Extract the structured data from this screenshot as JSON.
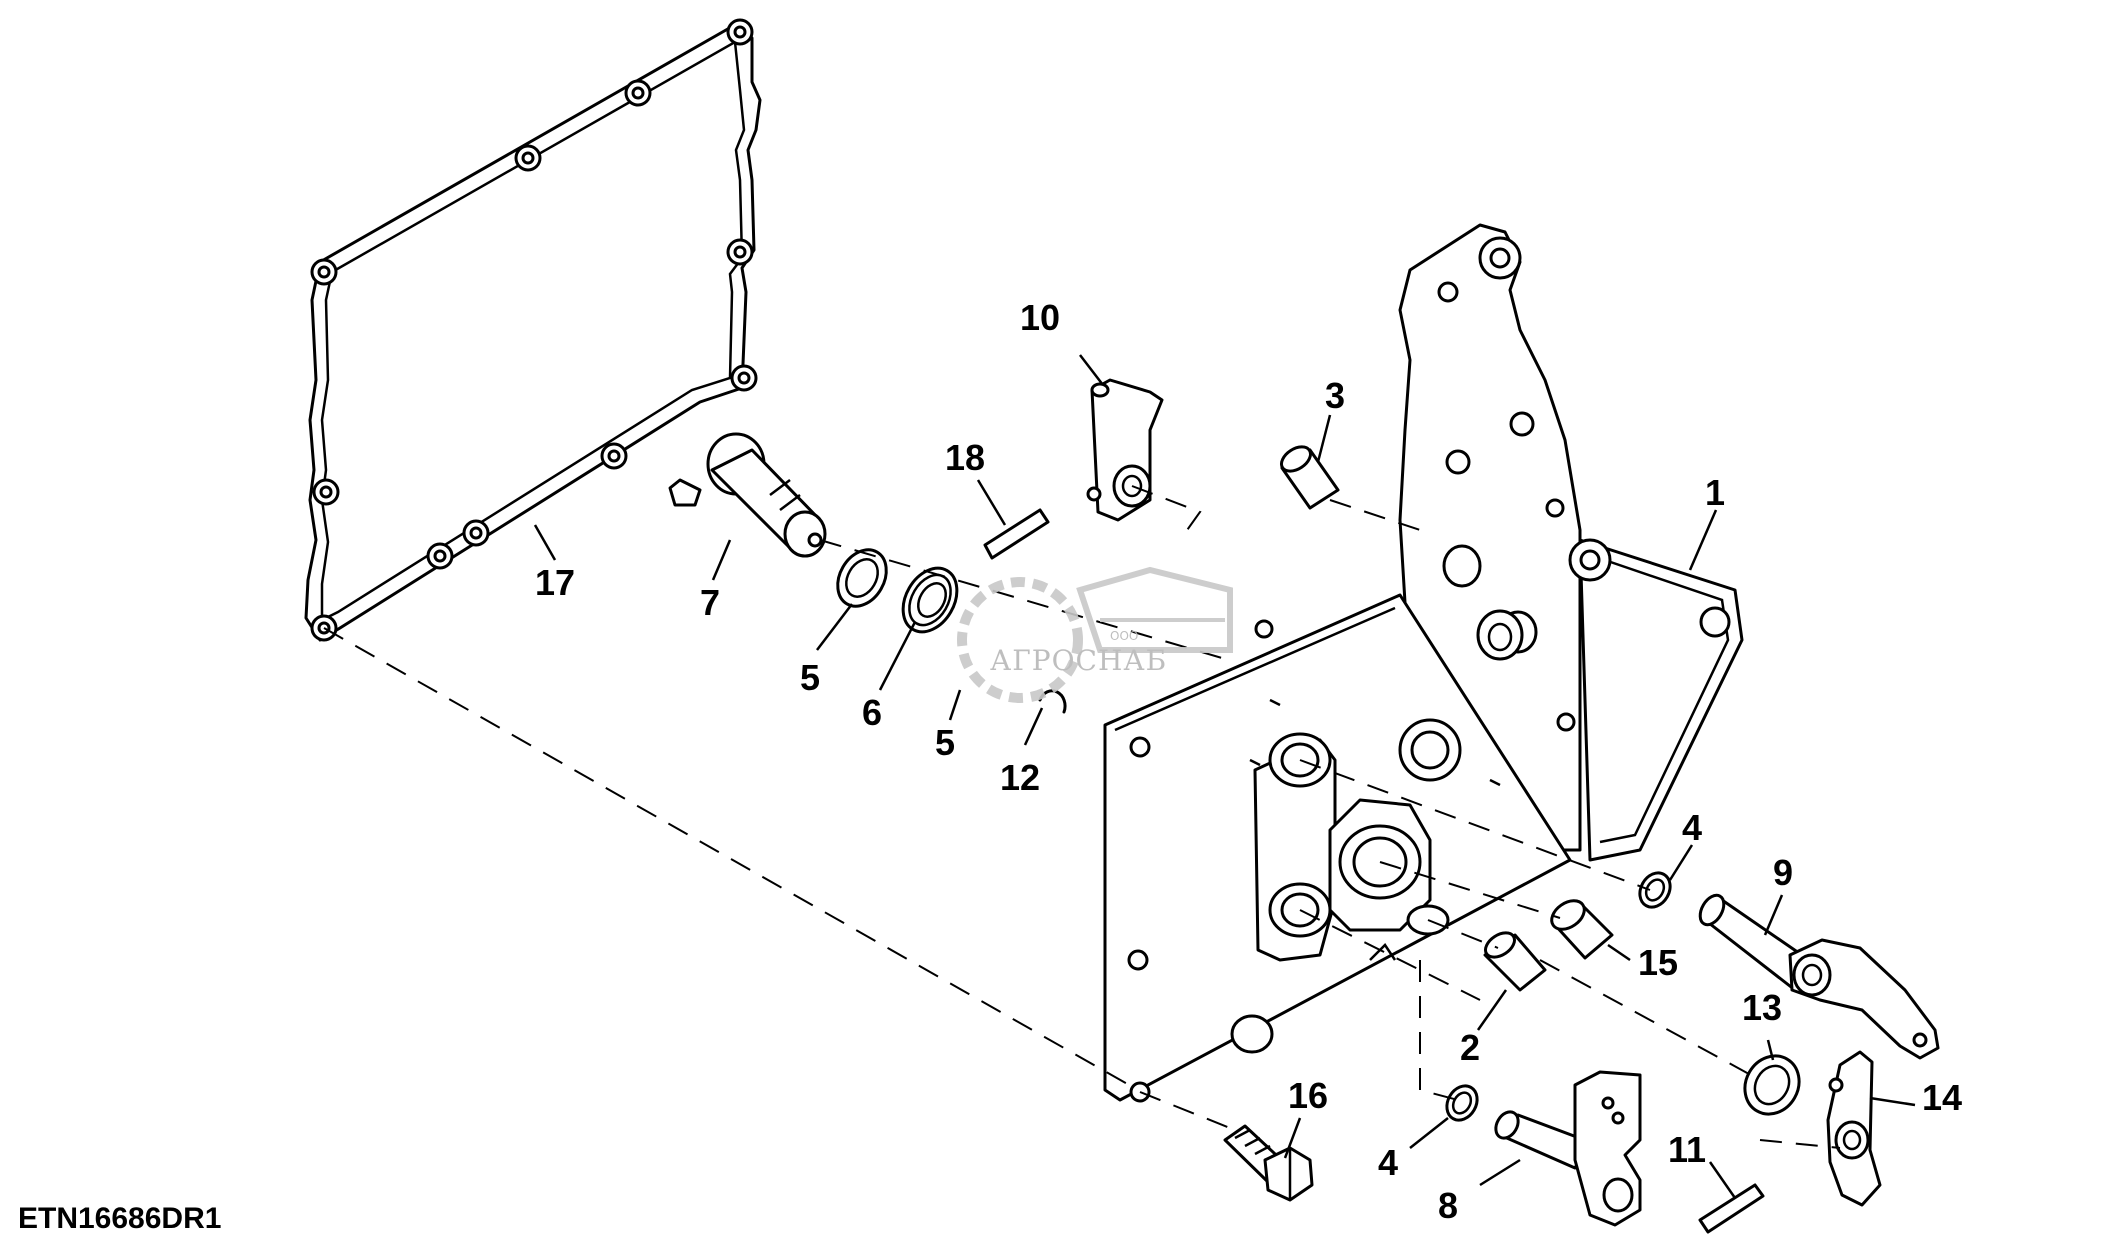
{
  "diagram": {
    "figure_code": "ETN16686DR1",
    "callouts": [
      {
        "id": "1",
        "label": "1"
      },
      {
        "id": "2",
        "label": "2"
      },
      {
        "id": "3",
        "label": "3"
      },
      {
        "id": "4a",
        "label": "4"
      },
      {
        "id": "4b",
        "label": "4"
      },
      {
        "id": "5a",
        "label": "5"
      },
      {
        "id": "5b",
        "label": "5"
      },
      {
        "id": "6",
        "label": "6"
      },
      {
        "id": "7",
        "label": "7"
      },
      {
        "id": "8",
        "label": "8"
      },
      {
        "id": "9",
        "label": "9"
      },
      {
        "id": "10",
        "label": "10"
      },
      {
        "id": "11",
        "label": "11"
      },
      {
        "id": "12",
        "label": "12"
      },
      {
        "id": "13",
        "label": "13"
      },
      {
        "id": "14",
        "label": "14"
      },
      {
        "id": "15",
        "label": "15"
      },
      {
        "id": "16",
        "label": "16"
      },
      {
        "id": "17",
        "label": "17"
      },
      {
        "id": "18",
        "label": "18"
      }
    ]
  },
  "watermark": {
    "company_prefix": "ООО",
    "company_name": "АГРОСНАБ",
    "color": "#b8b8b8"
  },
  "colors": {
    "line": "#000000",
    "background": "#ffffff"
  }
}
